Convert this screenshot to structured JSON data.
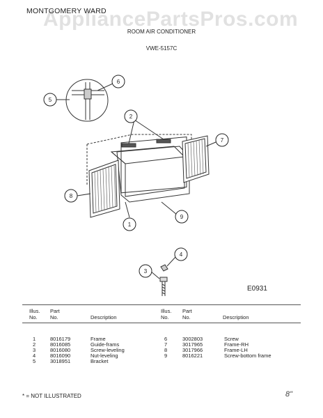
{
  "header": {
    "brand": "MONTGOMERY WARD",
    "watermark": "AppliancePartsPros.com",
    "title": "ROOM AIR CONDITIONER",
    "model": "VWE-5157C"
  },
  "diagram": {
    "code": "E0931",
    "callouts": [
      "1",
      "2",
      "3",
      "4",
      "5",
      "6",
      "7",
      "8",
      "9"
    ]
  },
  "table": {
    "headers": {
      "illus": "Illus.",
      "no": "No.",
      "part": "Part",
      "description": "Description"
    },
    "left_rows": [
      {
        "illus": "1",
        "part": "8016179",
        "desc": "Frame"
      },
      {
        "illus": "2",
        "part": "8016085",
        "desc": "Guide-frams"
      },
      {
        "illus": "3",
        "part": "8016080",
        "desc": "Screw-leveling"
      },
      {
        "illus": "4",
        "part": "8016090",
        "desc": "Nut-leveling"
      },
      {
        "illus": "5",
        "part": "3018951",
        "desc": "Bracket"
      }
    ],
    "right_rows": [
      {
        "illus": "6",
        "part": "3002803",
        "desc": "Screw"
      },
      {
        "illus": "7",
        "part": "3017965",
        "desc": "Frame-RH"
      },
      {
        "illus": "8",
        "part": "3017966",
        "desc": "Frame-LH"
      },
      {
        "illus": "9",
        "part": "8016221",
        "desc": "Screw-bottom frame"
      }
    ]
  },
  "footer": {
    "note": "* = NOT ILLUSTRATED",
    "mark": "8\""
  }
}
